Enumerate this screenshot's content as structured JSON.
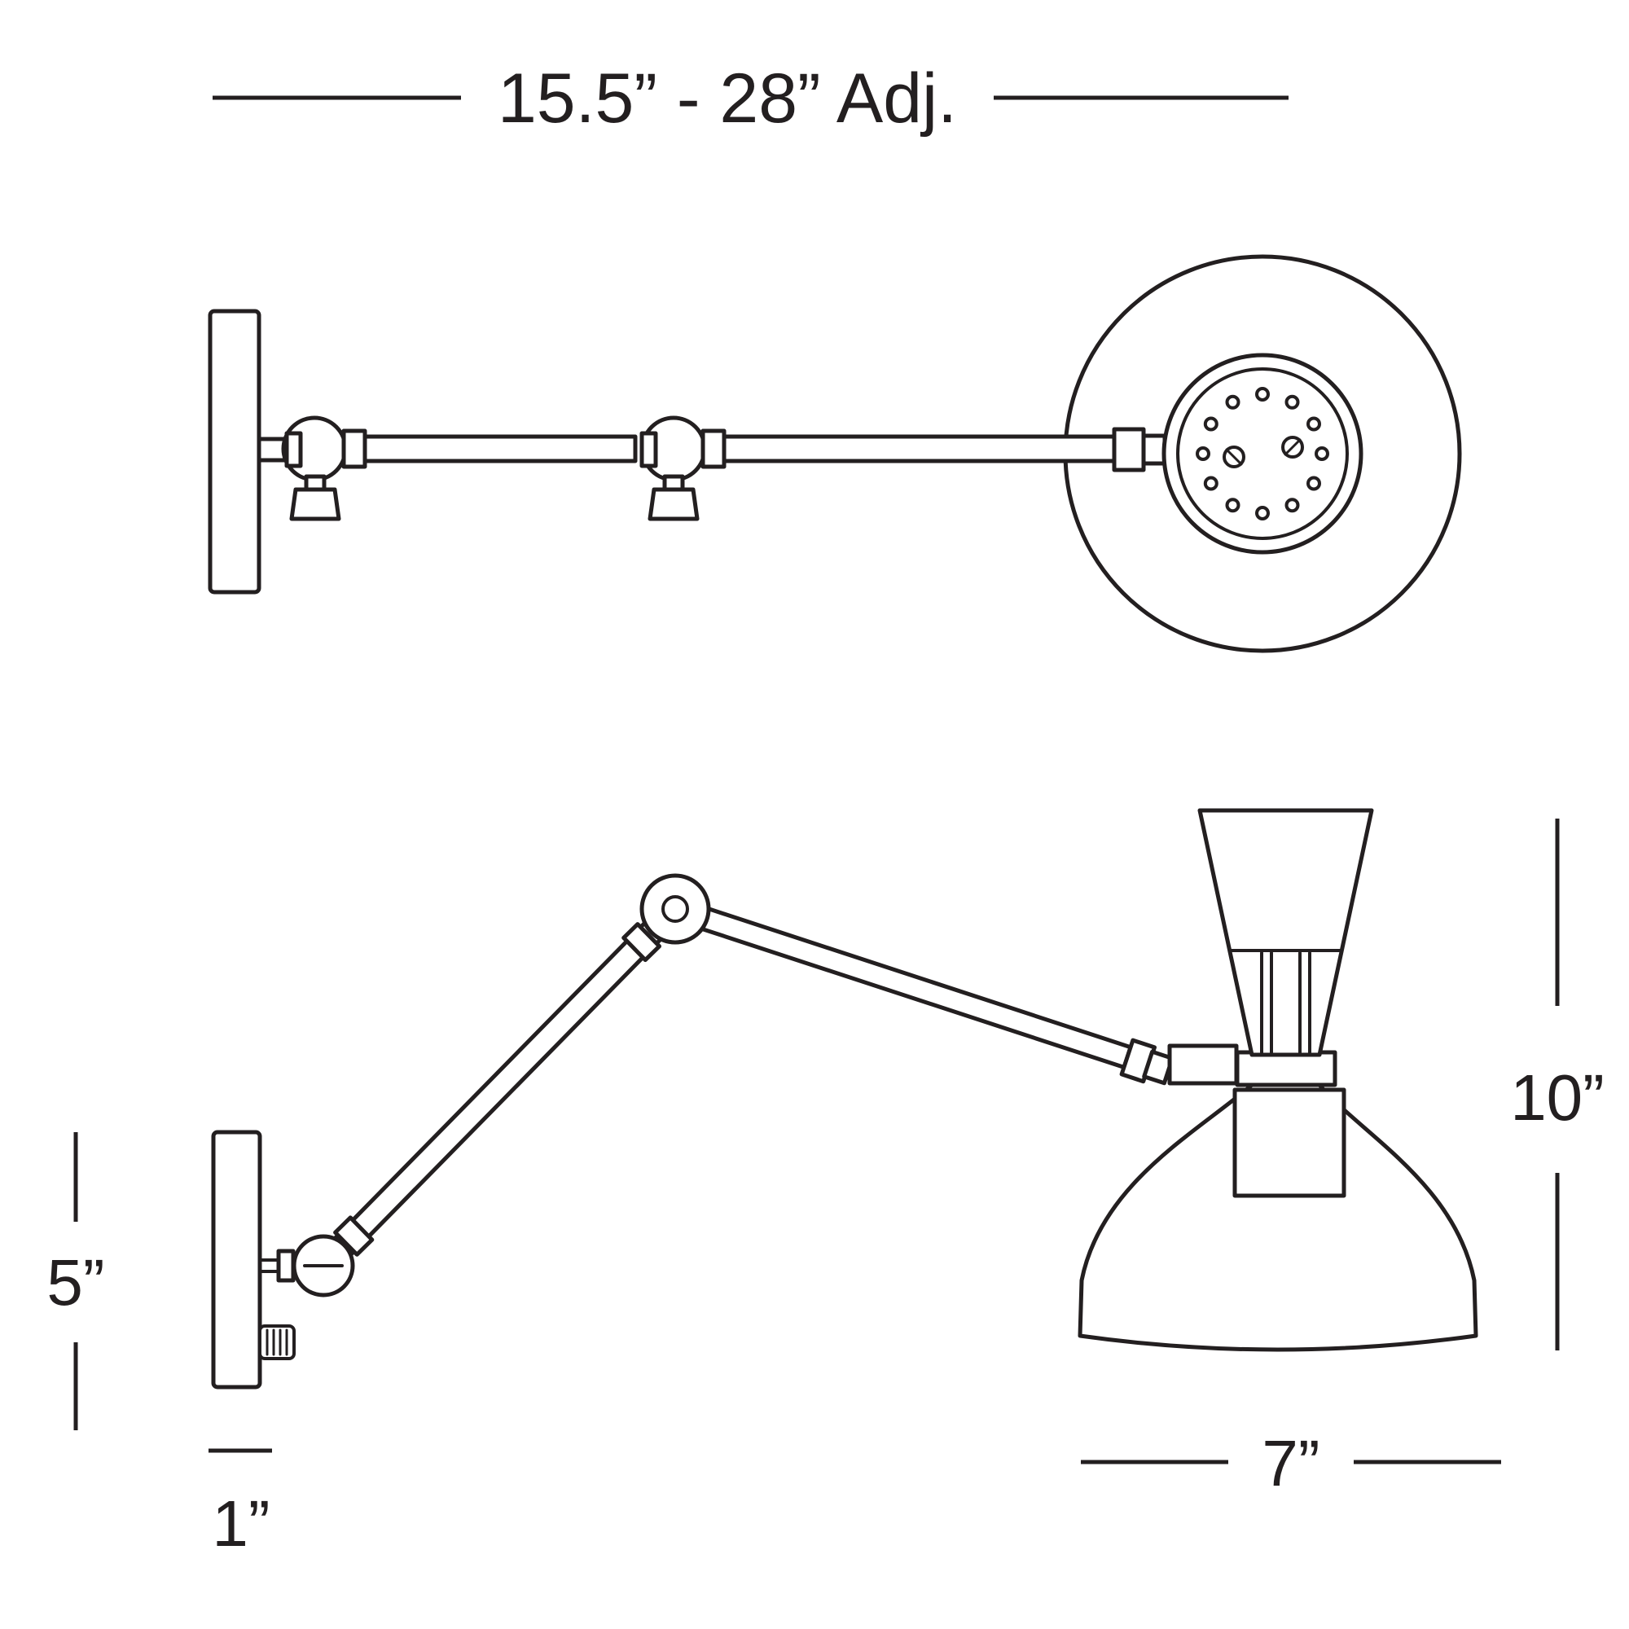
{
  "labels": {
    "top_label": "15.5” - 28” Adj.",
    "plate_height": "5”",
    "plate_depth": "1”",
    "shade_height": "10”",
    "shade_width": "7”"
  },
  "colors": {
    "line": "#231f20",
    "background": "#ffffff"
  }
}
